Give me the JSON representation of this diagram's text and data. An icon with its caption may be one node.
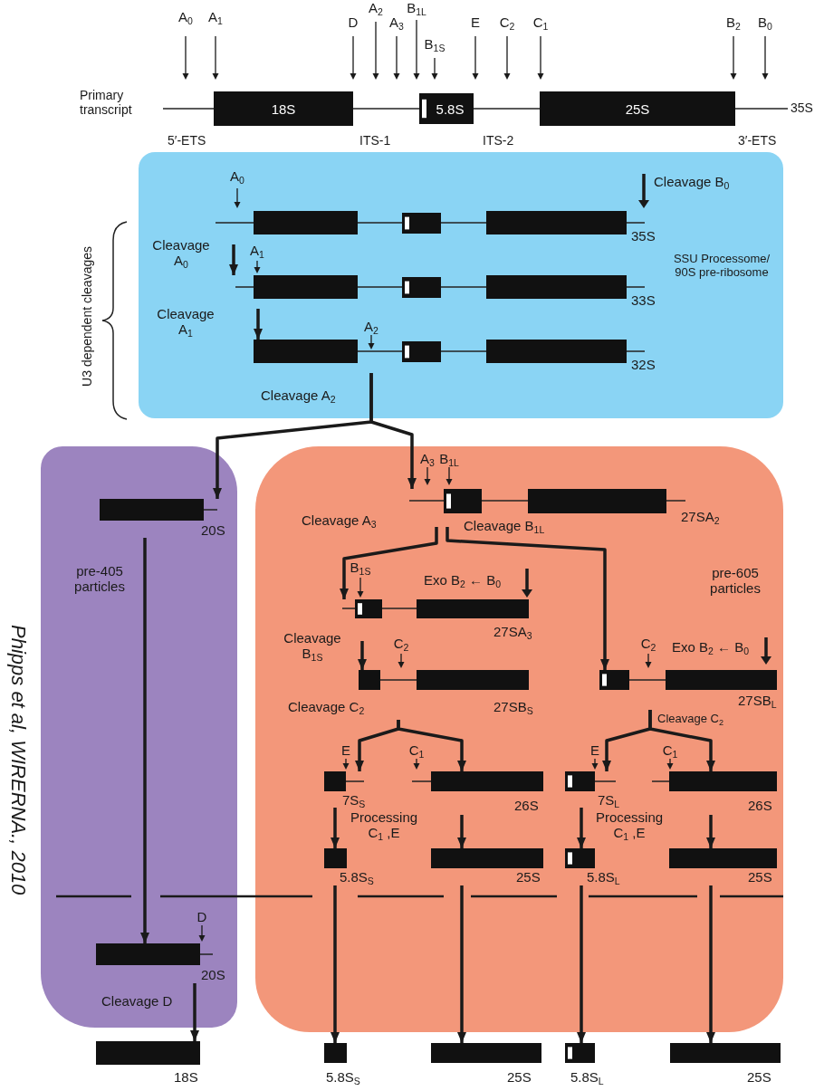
{
  "diagram": {
    "nodes": [
      {
        "text": [
          "18S",
          "5.8S",
          "25S"
        ],
        "beside": [
          "Primary transcript",
          "35S",
          "5′-ETS",
          "ITS-1",
          "ITS-2",
          "3′-ETS"
        ]
      },
      {
        "text": [
          "SSU Processome/ 90S pre-ribosome"
        ]
      },
      {
        "text": [
          "35S"
        ],
        "in": 1
      },
      {
        "text": [
          "33S"
        ],
        "in": 1
      },
      {
        "text": [
          "32S"
        ],
        "in": 1
      },
      {
        "text": [
          "pre-405 particles"
        ]
      },
      {
        "text": [
          "20S"
        ],
        "in": 5
      },
      {
        "text": [
          "20S"
        ],
        "in": 5
      },
      {
        "text": [
          "pre-605 particles"
        ]
      },
      {
        "text": [
          "27SA$_{2}$"
        ],
        "in": 8
      },
      {
        "text": [
          "27SA$_{3}$"
        ],
        "in": 8
      },
      {
        "text": [
          "27SB$_{S}$"
        ],
        "in": 8
      },
      {
        "text": [
          "27SB$_{L}$"
        ],
        "in": 8
      },
      {
        "text": [
          "7S$_{S}$"
        ],
        "in": 8
      },
      {
        "text": [
          "26S"
        ],
        "in": 8
      },
      {
        "text": [
          "7S$_{L}$"
        ],
        "in": 8
      },
      {
        "text": [
          "26S"
        ],
        "in": 8
      },
      {
        "text": [
          "5.8S$_{S}$"
        ],
        "in": 8
      },
      {
        "text": [
          "25S"
        ],
        "in": 8
      },
      {
        "text": [
          "5.8S$_{L}$"
        ],
        "in": 8
      },
      {
        "text": [
          "25S"
        ],
        "in": 8
      },
      {
        "text": [
          "18S"
        ]
      },
      {
        "text": [
          "5.8S$_{S}$"
        ]
      },
      {
        "text": [
          "25S"
        ]
      },
      {
        "text": [
          "5.8S$_{L}$"
        ]
      },
      {
        "text": [
          "25S"
        ]
      }
    ],
    "edges": [
      {
        "from": 2,
        "to": 3,
        "arrow": "to",
        "label": "Cleavage A$_{0}$"
      },
      {
        "from": 3,
        "to": 4,
        "arrow": "to",
        "label": "Cleavage A$_{1}$"
      },
      {
        "from": 4,
        "to": 6,
        "arrow": "to",
        "label": "Cleavage A$_{2}$"
      },
      {
        "from": 4,
        "to": 9,
        "arrow": "to"
      },
      {
        "from": 9,
        "to": 10,
        "arrow": "to",
        "label": "Cleavage A$_{3}$"
      },
      {
        "from": 9,
        "to": 12,
        "arrow": "to",
        "label": "Cleavage B$_{1L}$"
      },
      {
        "from": 10,
        "to": 11,
        "arrow": "to",
        "label": "Cleavage B$_{1S}$"
      },
      {
        "from": 11,
        "to": 13,
        "arrow": "to",
        "label": "Cleavage C$_{2}$"
      },
      {
        "from": 11,
        "to": 14,
        "arrow": "to"
      },
      {
        "from": 12,
        "to": 15,
        "arrow": "to",
        "label": "Cleavage C$_{2}$"
      },
      {
        "from": 12,
        "to": 16,
        "arrow": "to"
      },
      {
        "from": 13,
        "to": 17,
        "arrow": "to",
        "label": "Processing C$_{1}$ ,E"
      },
      {
        "from": 14,
        "to": 18,
        "arrow": "to"
      },
      {
        "from": 15,
        "to": 19,
        "arrow": "to",
        "label": "Processing C$_{1}$ ,E"
      },
      {
        "from": 16,
        "to": 20,
        "arrow": "to"
      },
      {
        "from": 6,
        "to": 7,
        "arrow": "to"
      },
      {
        "from": 7,
        "to": 21,
        "arrow": "to",
        "label": "Cleavage D"
      },
      {
        "from": 17,
        "to": 22,
        "arrow": "to"
      },
      {
        "from": 18,
        "to": 23,
        "arrow": "to"
      },
      {
        "from": 19,
        "to": 24,
        "arrow": "to"
      },
      {
        "from": 20,
        "to": 25,
        "arrow": "to"
      }
    ],
    "labels": [
      "A$_{0}$",
      "A$_{1}$",
      "D",
      "A$_{2}$",
      "A$_{3}$",
      "B$_{1L}$",
      "B$_{1S}$",
      "E",
      "C$_{2}$",
      "C$_{1}$",
      "B$_{2}$",
      "B$_{0}$",
      "U3 dependent cleavages",
      "A$_{0}$",
      "Cleavage B$_{0}$",
      "A$_{1}$",
      "A$_{2}$",
      "A$_{3}$",
      "B$_{1L}$",
      "B$_{1S}$",
      "Exo B$_{2}$ ← B$_{0}$",
      "C$_{2}$",
      "C$_{2}$",
      "Exo B$_{2}$ ← B$_{0}$",
      "E",
      "C$_{1}$",
      "E",
      "C$_{1}$",
      "D",
      "Phipps et al, WIRERNA., 2010"
    ]
  }
}
